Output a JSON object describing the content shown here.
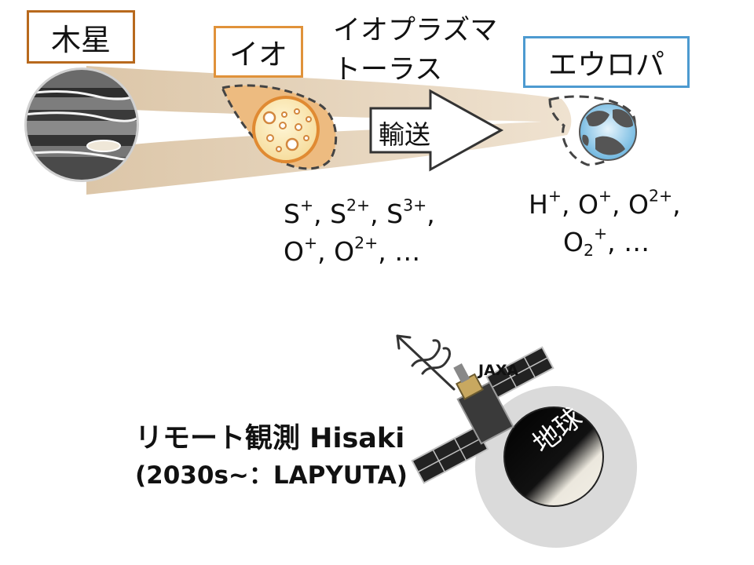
{
  "labels": {
    "jupiter": "木星",
    "io": "イオ",
    "torus_line1": "イオプラズマ",
    "torus_line2": "トーラス",
    "europa": "エウロパ",
    "transport": "輸送",
    "remote_obs": "リモート観測 Hisaki",
    "future": "(2030s~：LAPYUTA)",
    "jaxa": "JAXA",
    "earth": "地球"
  },
  "io_ions": {
    "line1": [
      {
        "base": "S",
        "sup": "+",
        "sep": ", "
      },
      {
        "base": "S",
        "sup": "2+",
        "sep": ", "
      },
      {
        "base": "S",
        "sup": "3+",
        "sep": ","
      }
    ],
    "line2": [
      {
        "base": "O",
        "sup": "+",
        "sep": ", "
      },
      {
        "base": "O",
        "sup": "2+",
        "sep": ", …"
      }
    ]
  },
  "europa_ions": {
    "line1": [
      {
        "base": "H",
        "sup": "+",
        "sep": ", "
      },
      {
        "base": "O",
        "sup": "+",
        "sep": ", "
      },
      {
        "base": "O",
        "sup": "2+",
        "sep": ","
      }
    ],
    "line2": [
      {
        "base": "O",
        "sub": "2",
        "sup": "+",
        "sep": ", …"
      }
    ]
  },
  "colors": {
    "jupiter_border": "#b8691d",
    "io_border": "#e0923a",
    "europa_border": "#4d9ad0",
    "torus": "#e6d4bc",
    "io_cloud": "#edbb80",
    "earth_halo": "#dadada"
  }
}
